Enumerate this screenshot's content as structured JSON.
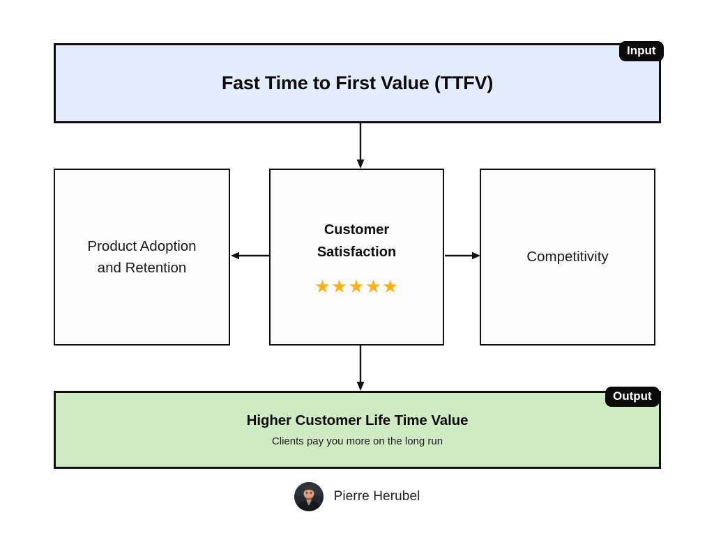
{
  "diagram": {
    "input": {
      "badge": "Input",
      "title": "Fast Time to First Value (TTFV)"
    },
    "middle": [
      {
        "id": "product-adoption",
        "line1": "Product Adoption",
        "line2": "and Retention",
        "bold": false
      },
      {
        "id": "customer-satisfaction",
        "line1": "Customer",
        "line2": "Satisfaction",
        "bold": true,
        "stars": "★★★★★",
        "star_count": 5
      },
      {
        "id": "competitivity",
        "line1": "Competitivity",
        "line2": "",
        "bold": false
      }
    ],
    "output": {
      "badge": "Output",
      "title": "Higher Customer Life Time Value",
      "subtitle": "Clients pay you more on the long run"
    }
  },
  "footer": {
    "author": "Pierre Herubel"
  },
  "colors": {
    "input_fill": "#e4edfc",
    "output_fill": "#cfebc3",
    "box_fill": "#fcfcfc",
    "stroke": "#111111",
    "badge_bg": "#0b0b0b",
    "badge_text": "#ffffff",
    "star": "#fbaf18",
    "canvas": "#ffffff"
  }
}
